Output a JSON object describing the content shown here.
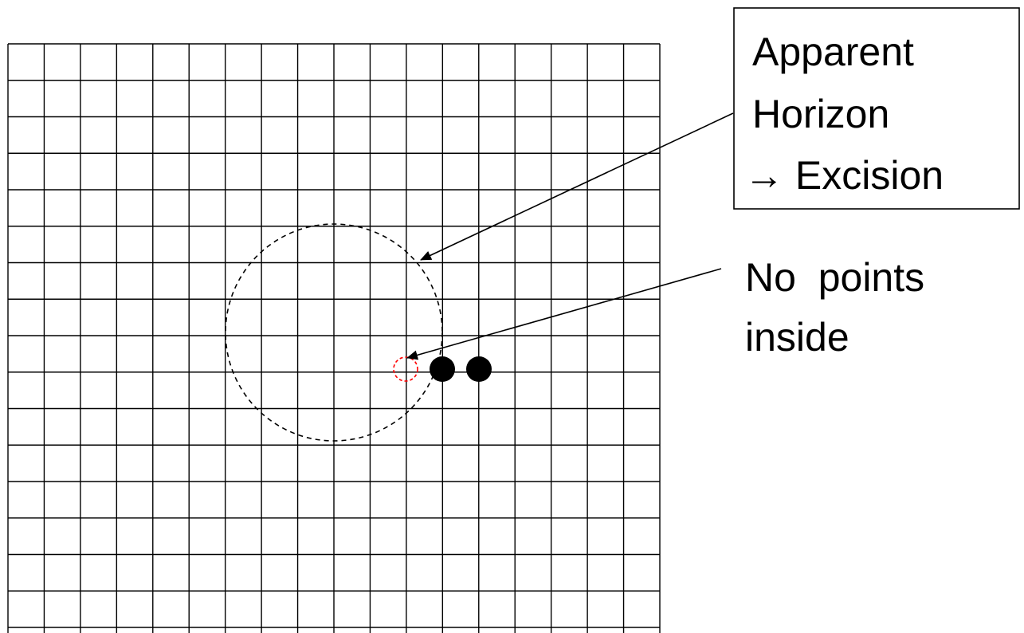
{
  "diagram": {
    "grid": {
      "columns": 18,
      "rows": 17,
      "line_color": "#000000"
    },
    "apparent_horizon": {
      "style": "dashed",
      "color": "#000000"
    },
    "points_inside_marker": {
      "style": "dashed",
      "color": "#ff0000"
    },
    "black_holes": {
      "count": 2,
      "color": "#000000"
    },
    "callouts": {
      "horizon": {
        "line1": "Apparent",
        "line2": "Horizon",
        "line3": "→ Excision",
        "boxed": true
      },
      "inside": {
        "line1": "No  points",
        "line2": "inside",
        "boxed": false
      }
    }
  }
}
